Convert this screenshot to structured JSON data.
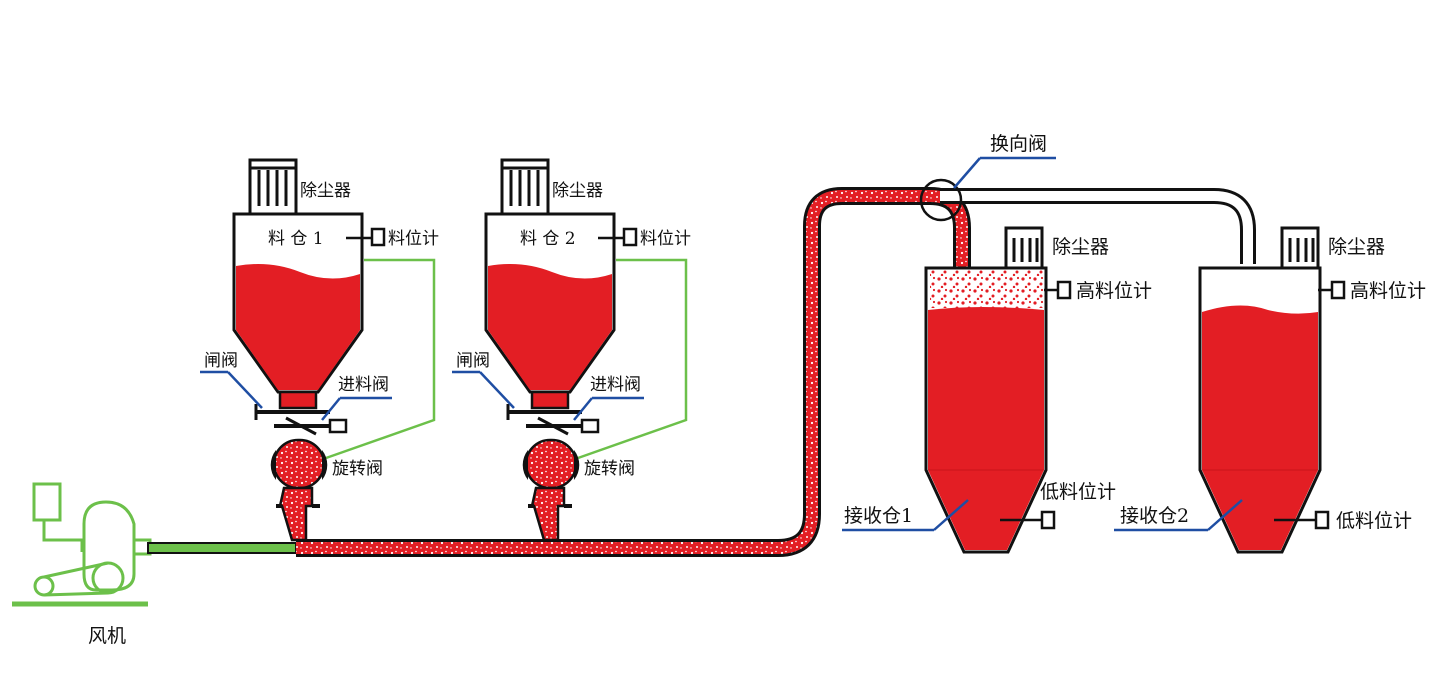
{
  "labels": {
    "dust_collector_1": "除尘器",
    "dust_collector_2": "除尘器",
    "dust_collector_3": "除尘器",
    "dust_collector_4": "除尘器",
    "silo_1_name": "料 仓 1",
    "silo_2_name": "料 仓 2",
    "level_meter_1": "料位计",
    "level_meter_2": "料位计",
    "gate_valve_1": "闸阀",
    "gate_valve_2": "闸阀",
    "feed_valve_1": "进料阀",
    "feed_valve_2": "进料阀",
    "rotary_valve_1": "旋转阀",
    "rotary_valve_2": "旋转阀",
    "diverter_valve": "换向阀",
    "high_level_1": "高料位计",
    "high_level_2": "高料位计",
    "low_level_1": "低料位计",
    "low_level_2": "低料位计",
    "receiver_1": "接收仓1",
    "receiver_2": "接收仓2",
    "blower": "风机"
  },
  "colors": {
    "material": "#e31e24",
    "pipe_outline": "#111111",
    "air_line": "#6cc04a",
    "leader_line": "#1f4ea3",
    "background": "#ffffff"
  }
}
